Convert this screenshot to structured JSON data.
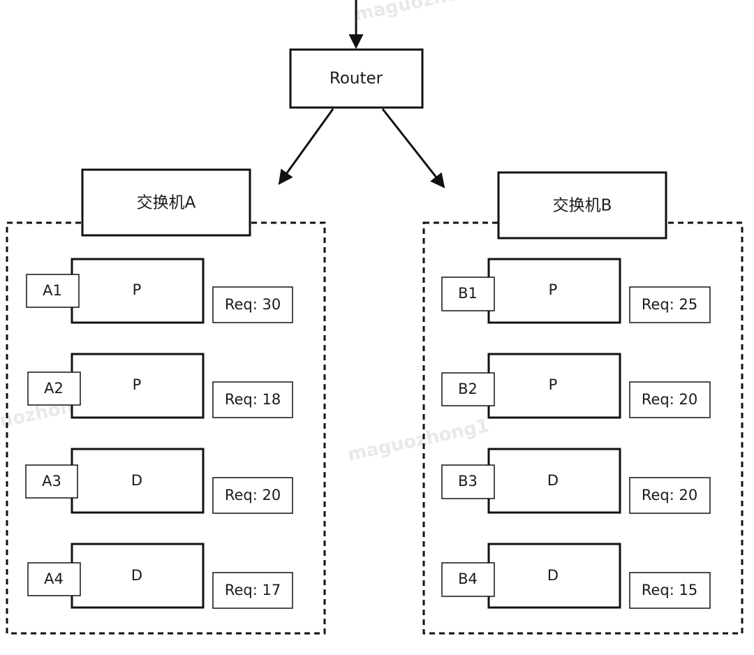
{
  "router": {
    "label": "Router"
  },
  "watermark": "maguozhong1",
  "switches": [
    {
      "label": "交换机A",
      "nodes": [
        {
          "id": "A1",
          "role": "P",
          "req": "Req: 30"
        },
        {
          "id": "A2",
          "role": "P",
          "req": "Req: 18"
        },
        {
          "id": "A3",
          "role": "D",
          "req": "Req: 20"
        },
        {
          "id": "A4",
          "role": "D",
          "req": "Req: 17"
        }
      ]
    },
    {
      "label": "交换机B",
      "nodes": [
        {
          "id": "B1",
          "role": "P",
          "req": "Req: 25"
        },
        {
          "id": "B2",
          "role": "P",
          "req": "Req: 20"
        },
        {
          "id": "B3",
          "role": "D",
          "req": "Req: 20"
        },
        {
          "id": "B4",
          "role": "D",
          "req": "Req: 15"
        }
      ]
    }
  ]
}
